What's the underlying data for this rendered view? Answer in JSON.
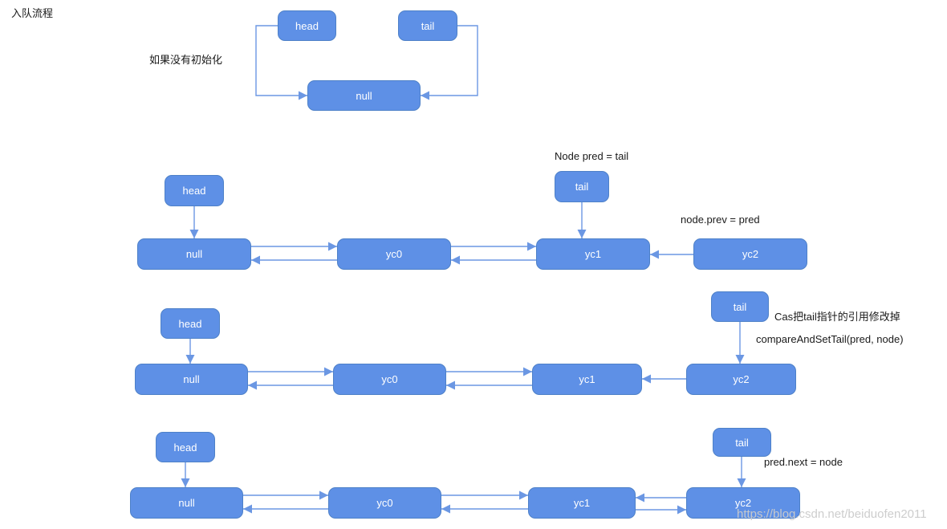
{
  "title": "入队流程",
  "watermark": "https://blog.csdn.net/beiduofen2011",
  "node_labels": {
    "head": "head",
    "tail": "tail",
    "null": "null",
    "yc0": "yc0",
    "yc1": "yc1",
    "yc2": "yc2"
  },
  "annotations": {
    "step1": "如果没有初始化",
    "step2_tail": "Node pred = tail",
    "step2_node": "node.prev = pred",
    "step3_cas": "Cas把tail指针的引用修改掉",
    "step3_code": "compareAndSetTail(pred, node)",
    "step4_pred": "pred.next = node"
  },
  "colors": {
    "node_fill": "#5e90e6",
    "node_border": "#4e81c8",
    "connector": "#6b97e3",
    "text": "#1a1a1a",
    "watermark": "#cbcbcb"
  }
}
